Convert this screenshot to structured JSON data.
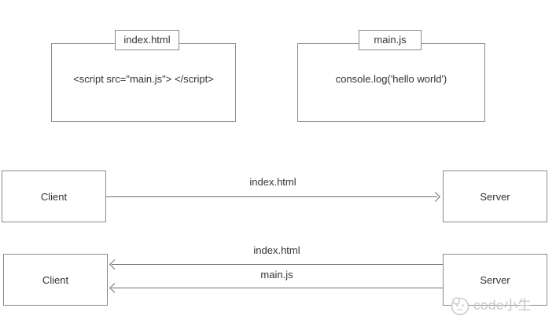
{
  "diagram": {
    "files": [
      {
        "tab": "index.html",
        "code": "<script src=\"main.js\"> </script>"
      },
      {
        "tab": "main.js",
        "code": "console.log('hello world')"
      }
    ],
    "request": {
      "client_label": "Client",
      "server_label": "Server",
      "arrow_label": "index.html"
    },
    "response": {
      "client_label": "Client",
      "server_label": "Server",
      "arrow_labels": [
        "index.html",
        "main.js"
      ]
    }
  },
  "watermark": {
    "text": "code小生"
  },
  "colors": {
    "border": "#8a8a8a",
    "line": "#6e6e6e",
    "text": "#333333",
    "watermark": "#c5c5c5",
    "background": "#ffffff"
  }
}
